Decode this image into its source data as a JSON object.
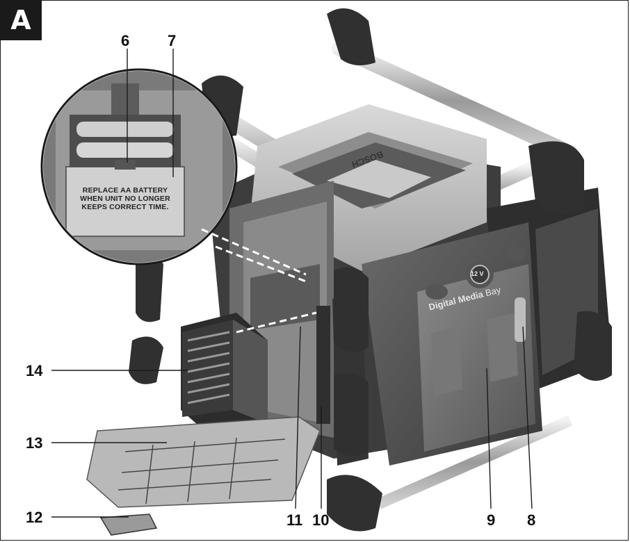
{
  "figure": {
    "badge": "A",
    "callouts": [
      {
        "id": "6",
        "label": "6"
      },
      {
        "id": "7",
        "label": "7"
      },
      {
        "id": "14",
        "label": "14"
      },
      {
        "id": "13",
        "label": "13"
      },
      {
        "id": "12",
        "label": "12"
      },
      {
        "id": "11",
        "label": "11"
      },
      {
        "id": "10",
        "label": "10"
      },
      {
        "id": "9",
        "label": "9"
      },
      {
        "id": "8",
        "label": "8"
      }
    ],
    "battery_cover_text": [
      "REPLACE AA BATTERY",
      "WHEN UNIT NO LONGER",
      "KEEPS CORRECT TIME."
    ],
    "bay_label_bold": "Digital Media",
    "bay_label_light": "Bay",
    "socket_label": "12 V",
    "handle_brand": "BOSCH"
  }
}
